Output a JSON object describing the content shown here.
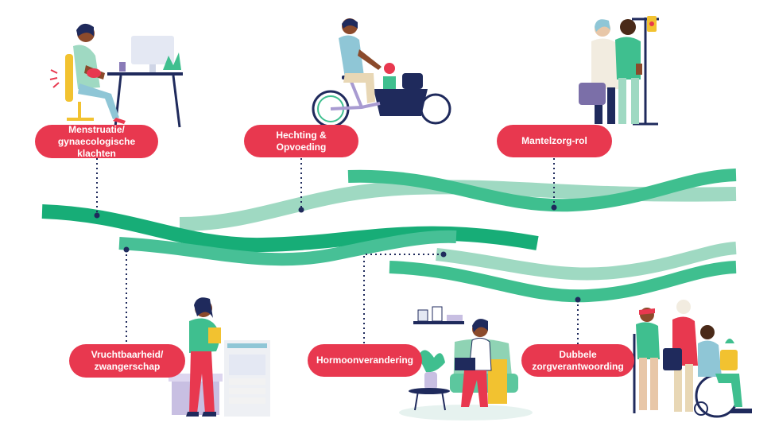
{
  "labels": {
    "menstruatie": {
      "line1": "Menstruatie/",
      "line2": "gynaecologische klachten"
    },
    "hechting": "Hechting & Opvoeding",
    "mantelzorg": "Mantelzorg-rol",
    "vruchtbaarheid": {
      "line1": "Vruchtbaarheid/",
      "line2": "zwangerschap"
    },
    "hormoon": "Hormoonverandering",
    "dubbele": {
      "line1": "Dubbele",
      "line2": "zorgverantwoording"
    }
  },
  "colors": {
    "pill": "#e8384f",
    "wave_dark": "#1bb07a",
    "wave_mid": "#4cc29a",
    "wave_light": "#9fd9c2",
    "connector": "#1f2a5c"
  },
  "illustrations": [
    "woman-at-desk-with-cramps-icon",
    "woman-on-cargo-bike-with-child-icon",
    "caregiver-with-elderly-patient-icon",
    "pregnant-woman-at-copier-icon",
    "woman-on-couch-with-laptop-icon",
    "family-with-wheelchair-icon"
  ]
}
